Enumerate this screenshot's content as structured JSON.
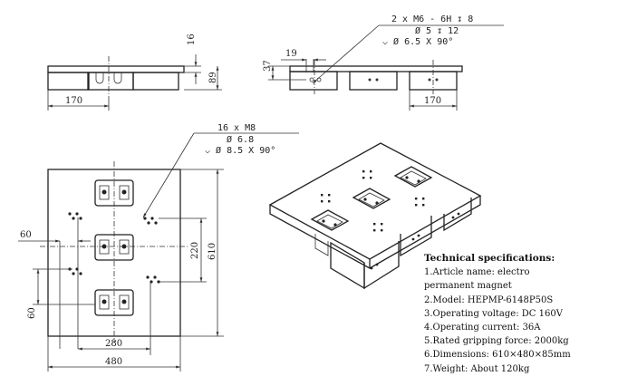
{
  "top_views": {
    "left": {
      "dims": {
        "height_small": "16",
        "height_total": "89",
        "width": "170"
      }
    },
    "right": {
      "dims": {
        "offset": "19",
        "height": "37",
        "width": "170"
      },
      "callout": {
        "line1": "2 x  M6 - 6H ↧ 8",
        "line2": "Ø 5 ↧ 12",
        "line3": "⌵ Ø 6.5 X 90°"
      }
    }
  },
  "plan_view": {
    "callout": {
      "line1": "16 x  M8",
      "line2": "Ø 6.8",
      "line3": "⌵ Ø 8.5 X 90°"
    },
    "dims": {
      "pitch_small_top": "60",
      "pitch_small_bottom": "60",
      "pitch_middle": "220",
      "height": "610",
      "width_inner": "280",
      "width": "480"
    }
  },
  "specs": {
    "title": "Technical specifications:",
    "lines": [
      "1.Article name: electro",
      "permanent magnet",
      "2.Model: HEPMP-6148P50S",
      "3.Operating voltage: DC 160V",
      "4.Operating current: 36A",
      "5.Rated gripping force: 2000kg",
      "6.Dimensions: 610×480×85mm",
      "7.Weight: About 120kg"
    ]
  }
}
